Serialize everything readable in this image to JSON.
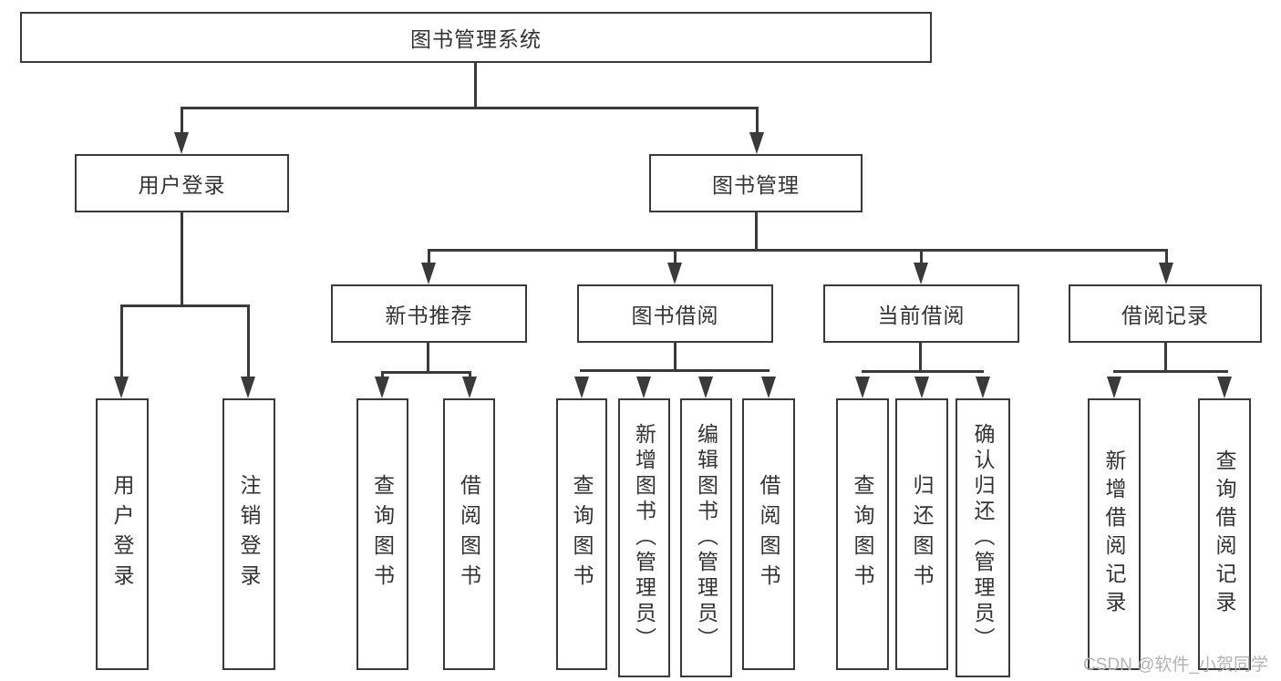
{
  "diagram": {
    "root": {
      "label": "图书管理系统"
    },
    "branches": [
      {
        "label": "用户登录",
        "children": [
          {
            "label": "用户登录"
          },
          {
            "label": "注销登录"
          }
        ]
      },
      {
        "label": "图书管理",
        "children": [
          {
            "label": "新书推荐",
            "children": [
              {
                "label": "查询图书"
              },
              {
                "label": "借阅图书"
              }
            ]
          },
          {
            "label": "图书借阅",
            "children": [
              {
                "label": "查询图书"
              },
              {
                "label": "新增图书（管理员）"
              },
              {
                "label": "编辑图书（管理员）"
              },
              {
                "label": "借阅图书"
              }
            ]
          },
          {
            "label": "当前借阅",
            "children": [
              {
                "label": "查询图书"
              },
              {
                "label": "归还图书"
              },
              {
                "label": "确认归还（管理员）"
              }
            ]
          },
          {
            "label": "借阅记录",
            "children": [
              {
                "label": "新增借阅记录"
              },
              {
                "label": "查询借阅记录"
              }
            ]
          }
        ]
      }
    ]
  },
  "watermark": {
    "text": "CSDN @软件_小贺同学"
  },
  "colors": {
    "line": "#3a3a3a",
    "box_background": "#ffffff",
    "text": "#333333",
    "watermark": "#b3b3b3"
  }
}
